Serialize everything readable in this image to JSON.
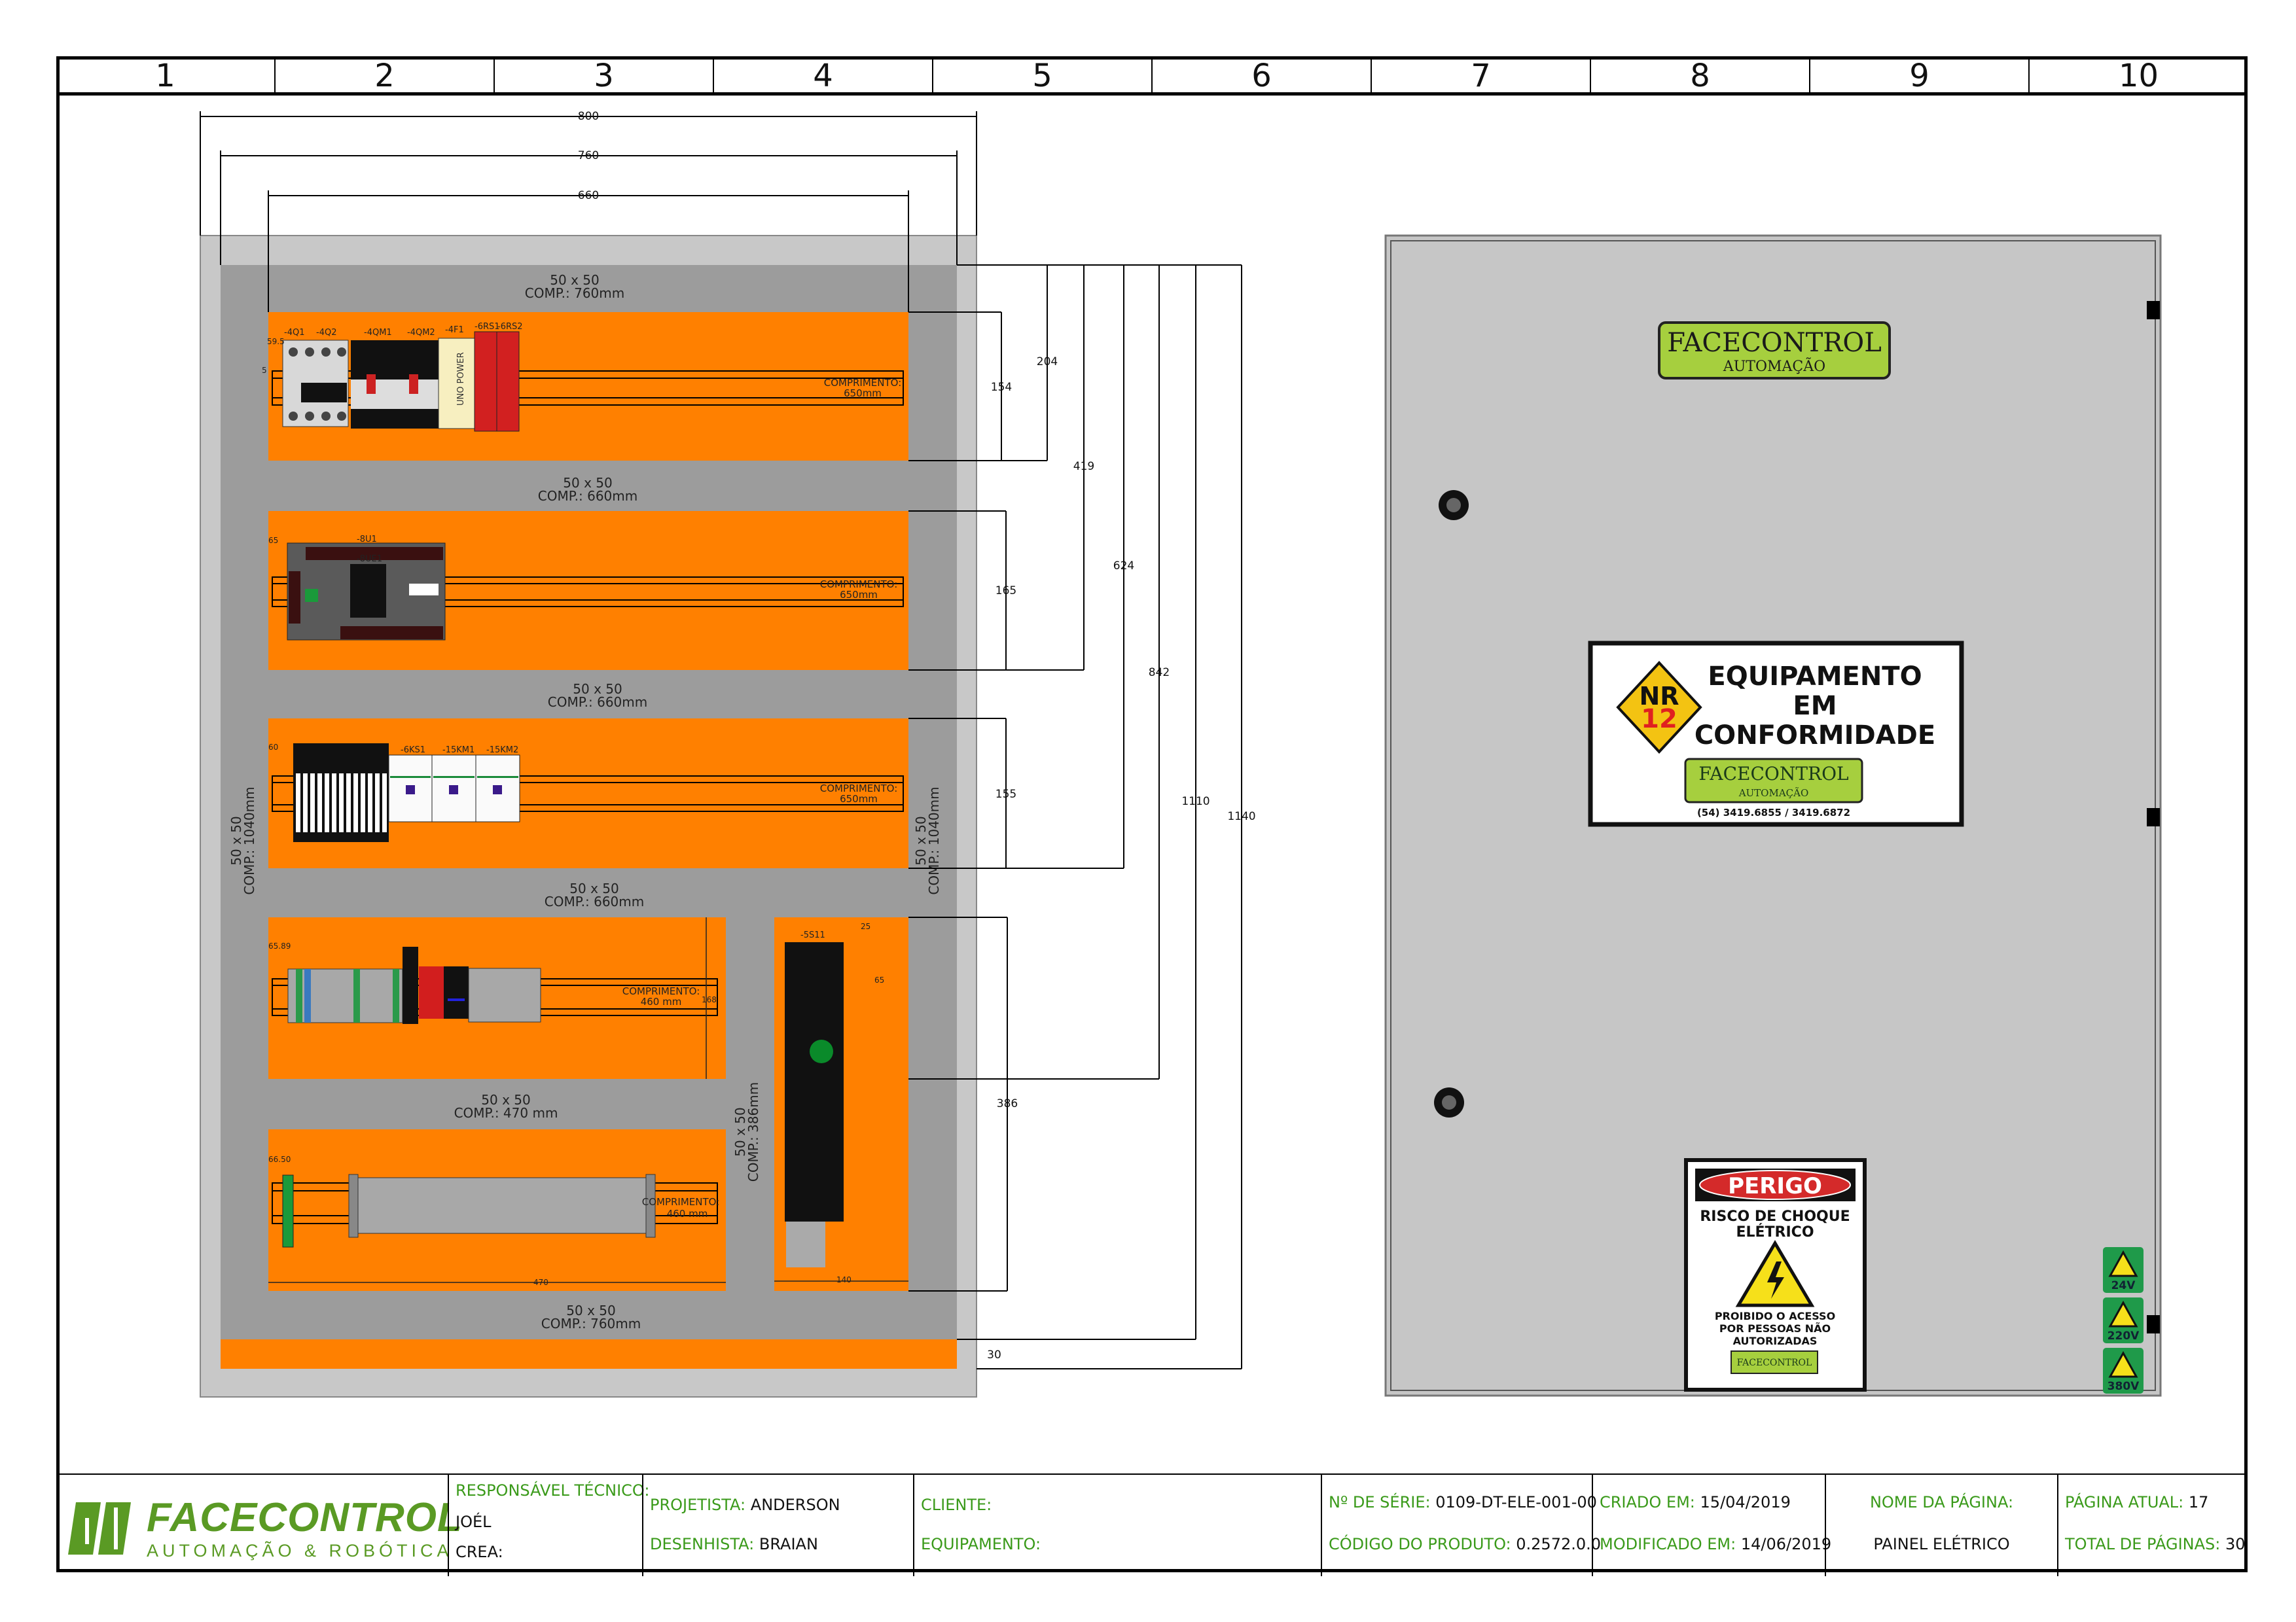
{
  "header": {
    "columns": [
      "1",
      "2",
      "3",
      "4",
      "5",
      "6",
      "7",
      "8",
      "9",
      "10"
    ]
  },
  "panel_layout": {
    "top_dims": {
      "outer": "800",
      "inner": "760",
      "plate": "660"
    },
    "side_dims": {
      "d154": "154",
      "d204": "204",
      "d419": "419",
      "d624": "624",
      "d842": "842",
      "d1110": "1110",
      "d1140": "1140",
      "d165": "165",
      "d155": "155",
      "d386": "386",
      "d30": "30"
    },
    "duct_labels": {
      "size": "50 x 50",
      "top": "COMP.: 760mm",
      "row2": "COMP.: 660mm",
      "row3": "COMP.: 660mm",
      "row4": "COMP.: 660mm",
      "row5": "COMP.: 470 mm",
      "bottom": "COMP.: 760mm",
      "left_vertical": "COMP.: 1040mm",
      "right_vertical": "COMP.: 1040mm",
      "mid_vertical": "COMP.: 386mm"
    },
    "rail_labels": {
      "title": "COMPRIMENTO:",
      "long": "650mm",
      "short": "460 mm"
    },
    "small_dims": {
      "p1": "59.5",
      "p2": "65",
      "p3": "60",
      "p4": "65.89",
      "p5": "66.50",
      "rail_gap": "5",
      "h168": "168",
      "v25": "25",
      "w65": "65",
      "w140": "140",
      "w470": "470"
    },
    "component_tags": {
      "q1": "-4Q1",
      "q2": "-4Q2",
      "qm1": "-4QM1",
      "qm2": "-4QM2",
      "f1": "-4F1",
      "rs1": "-6RS1",
      "rs2": "-6RS2",
      "u1": "-8U1",
      "ue1": "-8UE1",
      "ks1": "-6KS1",
      "km1": "-15KM1",
      "km2": "-15KM2",
      "s11": "-5S11"
    },
    "power_supply_text": "UNO POWER"
  },
  "door": {
    "logo": {
      "name": "FACECONTROL",
      "sub": "AUTOMAÇÃO"
    },
    "nr12_sign": {
      "badge_top": "NR",
      "badge_num": "12",
      "line1": "EQUIPAMENTO",
      "line2": "EM",
      "line3": "CONFORMIDADE",
      "phone": "(54) 3419.6855 / 3419.6872"
    },
    "danger_sign": {
      "title": "PERIGO",
      "line1": "RISCO DE CHOQUE",
      "line2": "ELÉTRICO",
      "line3": "PROIBIDO O ACESSO",
      "line4": "POR PESSOAS NÃO",
      "line5": "AUTORIZADAS"
    },
    "voltage_labels": [
      "24V",
      "220V",
      "380V"
    ]
  },
  "title_block": {
    "company": "FACECONTROL",
    "company_sub": "AUTOMAÇÃO & ROBÓTICA",
    "resp_label": "RESPONSÁVEL TÉCNICO:",
    "resp_value": "JOÉL",
    "crea_label": "CREA:",
    "projetista_label": "PROJETISTA:",
    "projetista_value": "ANDERSON",
    "desenhista_label": "DESENHISTA:",
    "desenhista_value": "BRAIAN",
    "cliente_label": "CLIENTE:",
    "equipamento_label": "EQUIPAMENTO:",
    "serie_label": "Nº DE SÉRIE:",
    "serie_value": "0109-DT-ELE-001-00",
    "codigo_label": "CÓDIGO DO PRODUTO:",
    "codigo_value": "0.2572.0.0",
    "criado_label": "CRIADO EM:",
    "criado_value": "15/04/2019",
    "modificado_label": "MODIFICADO EM:",
    "modificado_value": "14/06/2019",
    "nome_label": "NOME DA PÁGINA:",
    "nome_value": "PAINEL ELÉTRICO",
    "pagina_label": "PÁGINA ATUAL:",
    "pagina_value": "17",
    "total_label": "TOTAL DE PÁGINAS:",
    "total_value": "30"
  },
  "colors": {
    "plate": "#ff8000",
    "duct": "#9c9c9c",
    "cabinet": "#c8c8c8",
    "brand_green": "#5a9a24"
  }
}
